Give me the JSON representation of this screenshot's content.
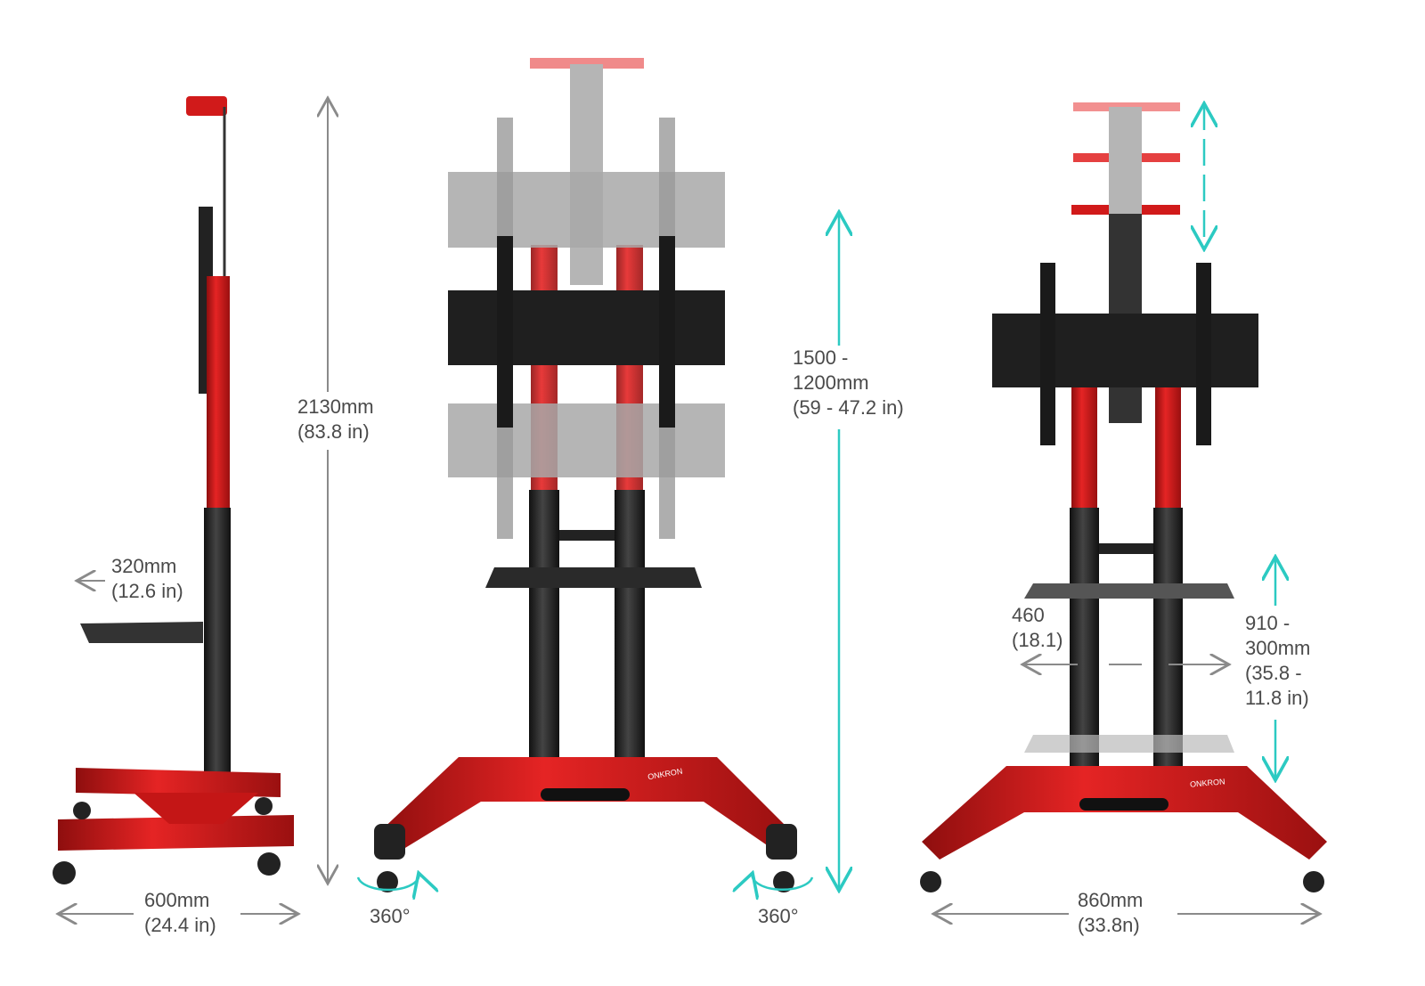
{
  "colors": {
    "frame": "#d11a1a",
    "black": "#1f1f1f",
    "ghost": "#9a9a9a",
    "teal": "#2ccac2",
    "arrow": "#8a8a8a",
    "text": "#4a4a4a"
  },
  "side_view": {
    "depth": [
      "320mm",
      "(12.6 in)"
    ],
    "height": [
      "2130mm",
      "(83.8 in)"
    ],
    "base_depth": [
      "600mm",
      "(24.4 in)"
    ]
  },
  "front_view": {
    "caster_left": "360°",
    "caster_right": "360°",
    "mount_height": [
      "1500 -",
      "1200mm",
      "(59 - 47.2 in)"
    ],
    "brand": "ONKRON"
  },
  "front_view_2": {
    "shelf_width": [
      "460",
      "(18.1)"
    ],
    "shelf_height": [
      "910 -",
      "300mm",
      "(35.8 -",
      "11.8 in)"
    ],
    "base_width": [
      "860mm",
      "(33.8n)"
    ],
    "brand": "ONKRON"
  }
}
